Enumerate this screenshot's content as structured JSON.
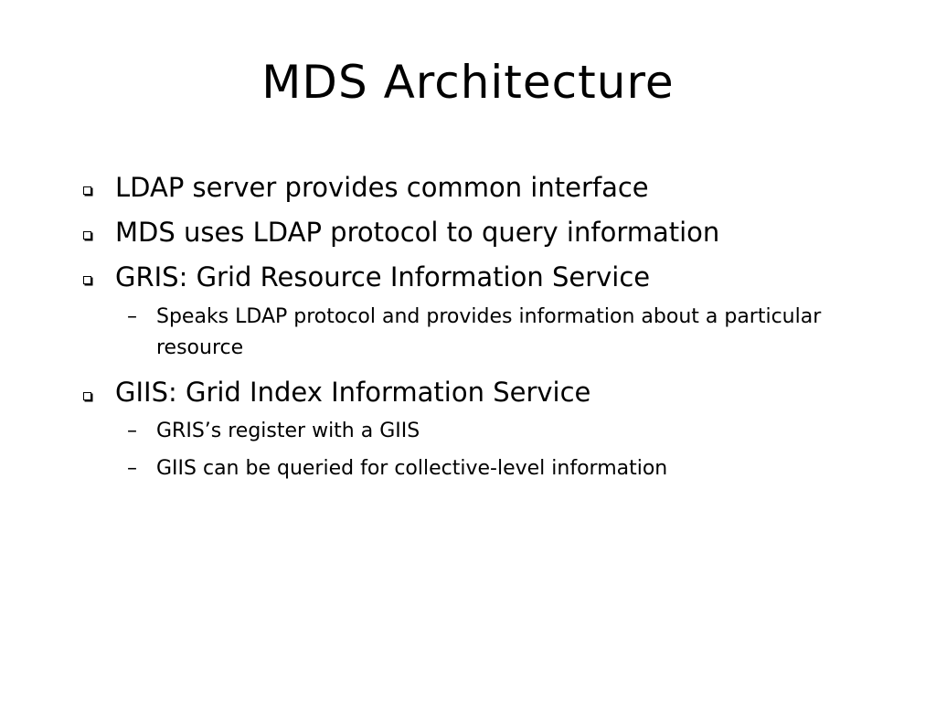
{
  "slide": {
    "title": "MDS Architecture",
    "bullets": [
      {
        "text": "LDAP server provides common interface"
      },
      {
        "text": "MDS uses LDAP protocol to query information"
      },
      {
        "text": "GRIS: Grid Resource Information Service",
        "sub": [
          "Speaks LDAP protocol and provides information about a particular resource"
        ]
      },
      {
        "text": "GIIS: Grid Index Information Service",
        "sub": [
          "GRIS’s register with a GIIS",
          "GIIS can be queried for collective-level information"
        ]
      }
    ],
    "bullet_marker": "square-outline-icon",
    "sub_marker": "–"
  }
}
